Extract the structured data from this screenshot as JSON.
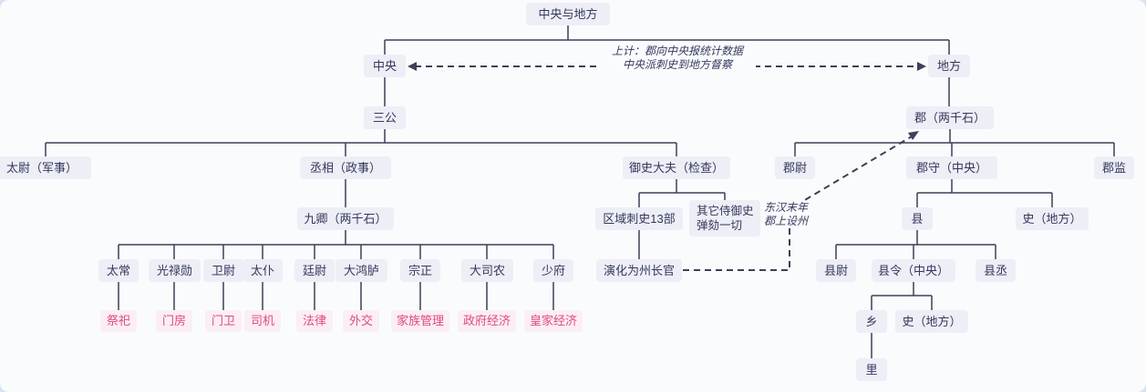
{
  "canvas": {
    "background": "#fafbfd",
    "node_bg": "#edeef6",
    "node_text": "#33395c",
    "pink_text": "#e14a7d",
    "line_color": "#3a4158"
  },
  "nodes": {
    "root": "中央与地方",
    "zhongyang": "中央",
    "difang": "地方",
    "sangong": "三公",
    "taiwei": "太尉（军事）",
    "chengxiang": "丞相（政事）",
    "yushidafu": "御史大夫（检查）",
    "jiuqing": "九卿（两千石）",
    "taichang": "太常",
    "guangluxun": "光禄勋",
    "weiwei": "卫尉",
    "taipu": "太仆",
    "tingwei": "廷尉",
    "dahonglu": "大鸿胪",
    "zongzheng": "宗正",
    "dasinong": "大司农",
    "shaofu": "少府",
    "jisi": "祭祀",
    "menfang": "门房",
    "menwei": "门卫",
    "siji": "司机",
    "falv": "法律",
    "waijiao": "外交",
    "jiazu": "家族管理",
    "zhengfu": "政府经济",
    "huangjia": "皇家经济",
    "quyu": "区域刺史13部",
    "qita_line1": "其它侍御史",
    "qita_line2": "弹劾一切",
    "yanhua": "演化为州长官",
    "jun": "郡（两千石）",
    "junwei": "郡尉",
    "junshou": "郡守（中央）",
    "junjian": "郡监",
    "xian": "县",
    "shi_jun": "史（地方）",
    "xianwei": "县尉",
    "xianling": "县令（中央）",
    "xiancheng": "县丞",
    "xiang": "乡",
    "shi_xian": "史（地方）",
    "li": "里"
  },
  "annotations": {
    "shangji_line1": "上计：郡向中央报统计数据",
    "shangji_line2": "中央派刺史到地方督察",
    "donghan_line1": "东汉末年",
    "donghan_line2": "郡上设州"
  }
}
